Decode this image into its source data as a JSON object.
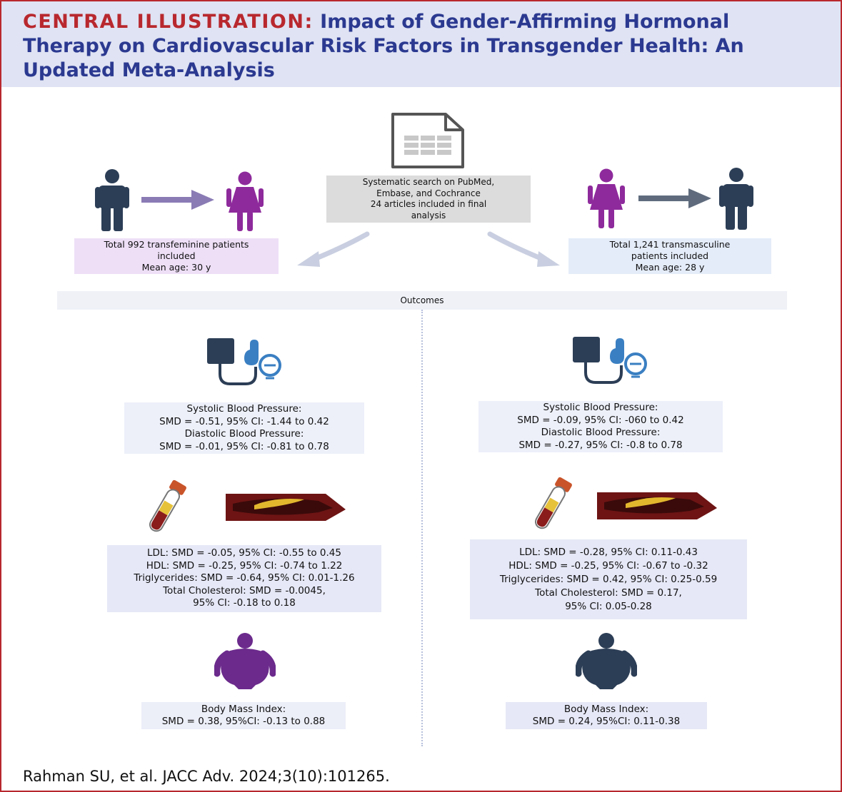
{
  "header": {
    "title_lead": "CENTRAL ILLUSTRATION:",
    "title_rest": "Impact of Gender-Affirming Hormonal Therapy on Cardiovascular Risk Factors in Transgender Health: An Updated Meta-Analysis"
  },
  "search": {
    "lines": [
      "Systematic search on PubMed,",
      "Embase, and Cochrance",
      "24 articles included in final",
      "analysis"
    ]
  },
  "transfeminine": {
    "lines": [
      "Total 992 transfeminine patients",
      "included",
      "Mean age: 30 y"
    ],
    "blood_pressure": [
      "Systolic Blood Pressure:",
      "SMD = -0.51, 95% CI: -1.44 to 0.42",
      "Diastolic Blood Pressure:",
      "SMD = -0.01, 95% CI: -0.81 to 0.78"
    ],
    "lipids": [
      "LDL: SMD = -0.05, 95% CI: -0.55 to 0.45",
      "HDL: SMD = -0.25, 95% CI: -0.74 to 1.22",
      "Triglycerides: SMD = -0.64, 95% CI: 0.01-1.26",
      "Total Cholesterol: SMD = -0.0045,",
      "95% CI: -0.18 to 0.18"
    ],
    "bmi": [
      "Body Mass Index:",
      "SMD = 0.38, 95%CI: -0.13 to 0.88"
    ]
  },
  "transmasculine": {
    "lines": [
      "Total 1,241 transmasculine",
      "patients included",
      "Mean age: 28 y"
    ],
    "blood_pressure": [
      "Systolic Blood Pressure:",
      "SMD = -0.09, 95% CI: -060 to 0.42",
      "Diastolic Blood Pressure:",
      "SMD = -0.27, 95% CI: -0.8 to 0.78"
    ],
    "lipids": [
      "LDL: SMD = -0.28, 95% CI: 0.11-0.43",
      "HDL: SMD = -0.25, 95% CI: -0.67 to -0.32",
      "Triglycerides: SMD = 0.42, 95% CI: 0.25-0.59",
      "Total Cholesterol: SMD = 0.17,",
      "95% CI: 0.05-0.28"
    ],
    "bmi": [
      "Body Mass Index:",
      "SMD = 0.24, 95%CI: 0.11-0.38"
    ]
  },
  "outcomes_label": "Outcomes",
  "citation": "Rahman SU, et al. JACC Adv. 2024;3(10):101265.",
  "colors": {
    "accent_red": "#b8282e",
    "title_blue": "#2b3990",
    "female_purple": "#8e2a9c",
    "male_navy": "#2c3e56",
    "header_bg": "#dfe3f3"
  },
  "icons": [
    "document-icon",
    "male-figure-icon",
    "female-figure-icon",
    "arrow-icon",
    "blood-pressure-monitor-icon",
    "blood-tube-icon",
    "artery-plaque-icon",
    "obese-figure-icon"
  ]
}
